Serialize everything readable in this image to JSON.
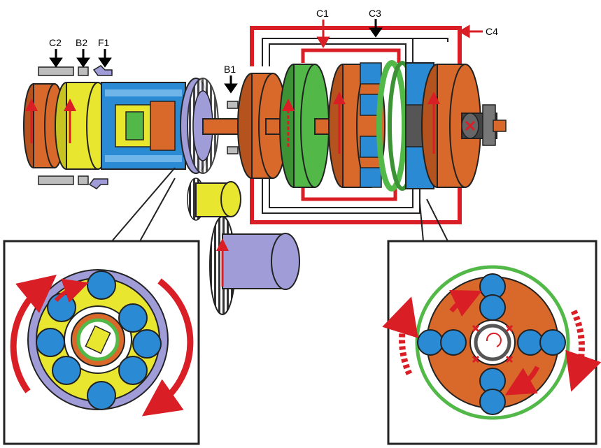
{
  "labels": {
    "c1": "C1",
    "c2": "C2",
    "c3": "C3",
    "c4": "C4",
    "b1": "B1",
    "b2": "B2",
    "f1": "F1"
  },
  "colors": {
    "orange": "#d9692a",
    "yellow": "#e8e62f",
    "green": "#52b848",
    "blue": "#2a8ad4",
    "lavender": "#9f9cd8",
    "red": "#d91e26",
    "gray": "#9a9a9a",
    "dark": "#3a3a3a"
  },
  "insets": {
    "left": "front planetary gear set detail",
    "right": "rear planetary gear set detail"
  }
}
